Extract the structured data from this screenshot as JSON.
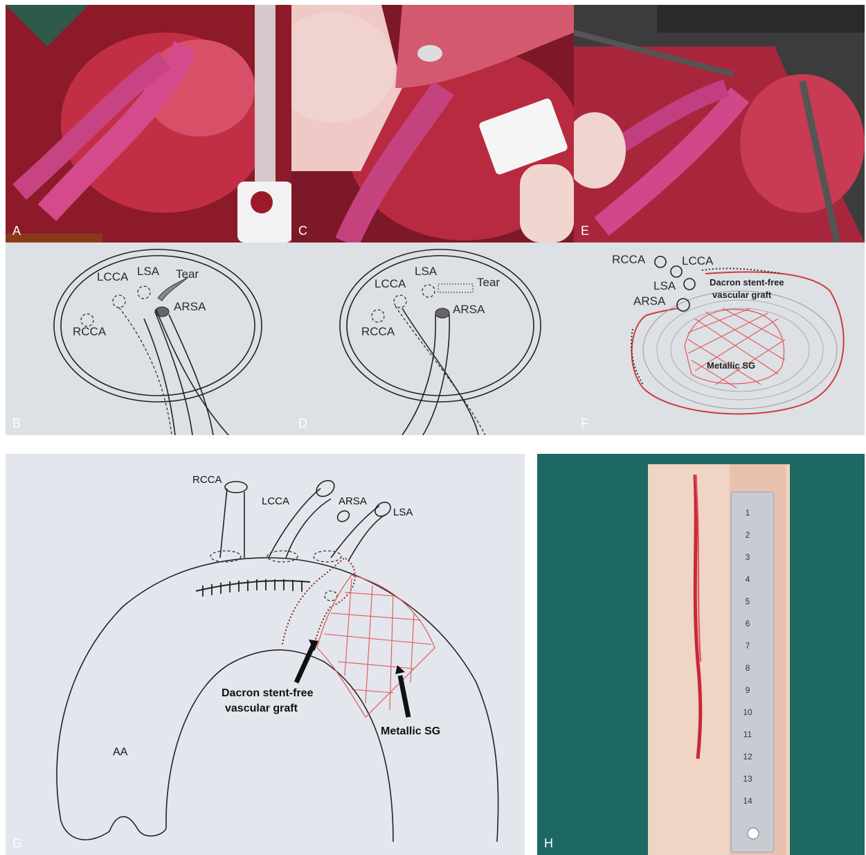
{
  "panels": {
    "A": {
      "label": "A"
    },
    "B": {
      "label": "B",
      "labels": {
        "lcca": "LCCA",
        "lsa": "LSA",
        "tear": "Tear",
        "arsa": "ARSA",
        "rcca": "RCCA"
      }
    },
    "C": {
      "label": "C"
    },
    "D": {
      "label": "D",
      "labels": {
        "lsa": "LSA",
        "lcca": "LCCA",
        "tear": "Tear",
        "arsa": "ARSA",
        "rcca": "RCCA"
      }
    },
    "E": {
      "label": "E"
    },
    "F": {
      "label": "F",
      "labels": {
        "rcca": "RCCA",
        "lcca": "LCCA",
        "lsa": "LSA",
        "arsa": "ARSA",
        "dacron1": "Dacron stent-free",
        "dacron2": "vascular graft",
        "metallic": "Metallic SG"
      }
    },
    "G": {
      "label": "G",
      "labels": {
        "rcca": "RCCA",
        "lcca": "LCCA",
        "arsa": "ARSA",
        "lsa": "LSA",
        "dacron1": "Dacron stent-free",
        "dacron2": "vascular graft",
        "metallic": "Metallic SG",
        "aa": "AA"
      }
    },
    "H": {
      "label": "H",
      "ruler": [
        "1",
        "2",
        "3",
        "4",
        "5",
        "6",
        "7",
        "8",
        "9",
        "10",
        "11",
        "12",
        "13",
        "14"
      ]
    }
  },
  "colors": {
    "sketch_bg": "#dde0e5",
    "surgery_red": "#b8233a",
    "drape": "#1f6b66",
    "graft_red": "#e05555"
  }
}
